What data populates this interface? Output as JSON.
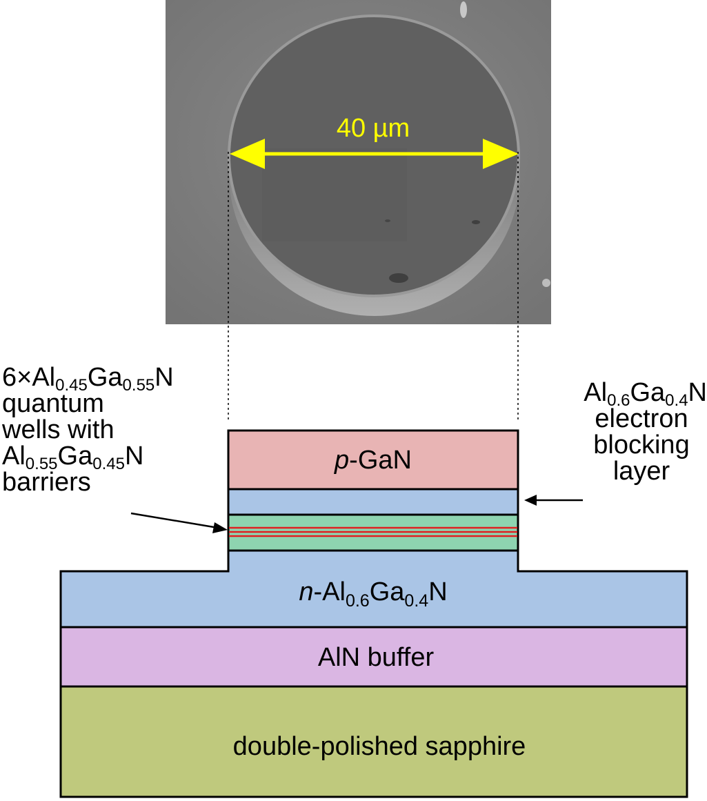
{
  "sem_image": {
    "scale_label": "40 µm"
  },
  "layers": {
    "p_gan": {
      "italic": "p",
      "rest": "-GaN"
    },
    "ebl": "",
    "mqw": "",
    "n_algan": {
      "italic": "n",
      "prefix": "-Al",
      "sub1": "0.6",
      "mid": "Ga",
      "sub2": "0.4",
      "suffix": "N"
    },
    "aln_buffer": "AlN buffer",
    "sapphire": "double-polished sapphire"
  },
  "annotations": {
    "qw_label": {
      "line1": {
        "a": "6×Al",
        "s1": "0.45",
        "b": "Ga",
        "s2": "0.55",
        "c": "N"
      },
      "line2": "quantum",
      "line3": "wells with",
      "line4": {
        "a": "Al",
        "s1": "0.55",
        "b": "Ga",
        "s2": "0.45",
        "c": "N"
      },
      "line5": "barriers"
    },
    "ebl_label": {
      "line1": {
        "a": "Al",
        "s1": "0.6",
        "b": "Ga",
        "s2": "0.4",
        "c": "N"
      },
      "line2": "electron",
      "line3": "blocking",
      "line4": "layer"
    }
  },
  "colors": {
    "p_gan": "#e8b4b4",
    "ebl": "#aac5e6",
    "mqw_fill": "#8ed4b0",
    "qw_lines": "#e02020",
    "n_algan": "#aac5e6",
    "aln_buffer": "#dab6e3",
    "sapphire": "#bfc97d",
    "scale_arrow": "#ffff00",
    "sem_bg": "#7d7d7d",
    "sem_disk": "#5f5f5f"
  }
}
